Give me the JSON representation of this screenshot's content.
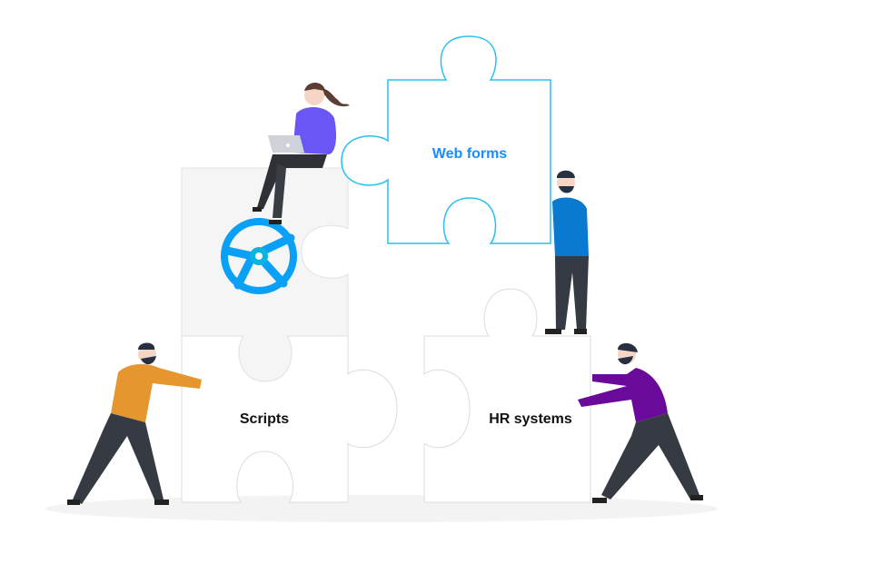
{
  "pieces": [
    {
      "label": "Web forms",
      "color": "#1a8cff"
    },
    {
      "label": "Scripts",
      "color": "#111111"
    },
    {
      "label": "HR systems",
      "color": "#111111"
    }
  ],
  "colors": {
    "accent": "#29c0f0",
    "logo": "#0aa0f5",
    "gray_piece": "#f5f5f5"
  }
}
